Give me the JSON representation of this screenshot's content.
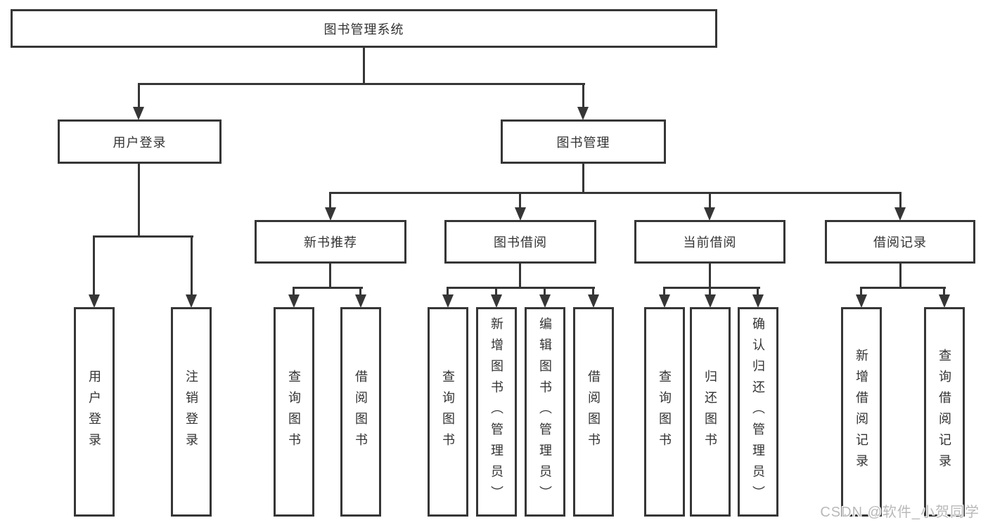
{
  "diagram": {
    "title": "图书管理系统",
    "root": {
      "label": "图书管理系统"
    },
    "branches": [
      {
        "label": "用户登录",
        "leaves": [
          "用户登录",
          "注销登录"
        ]
      },
      {
        "label": "图书管理",
        "sections": [
          {
            "label": "新书推荐",
            "leaves": [
              "查询图书",
              "借阅图书"
            ]
          },
          {
            "label": "图书借阅",
            "leaves": [
              "查询图书",
              "新增图书（管理员）",
              "编辑图书（管理员）",
              "借阅图书"
            ]
          },
          {
            "label": "当前借阅",
            "leaves": [
              "查询图书",
              "归还图书",
              "确认归还（管理员）"
            ]
          },
          {
            "label": "借阅记录",
            "leaves": [
              "新增借阅记录",
              "查询借阅记录"
            ]
          }
        ]
      }
    ]
  },
  "watermark": {
    "text": "CSDN @软件_小贺同学"
  },
  "colors": {
    "line": "#363636",
    "text": "#333333",
    "background": "#ffffff",
    "watermark": "#b9b9b9"
  }
}
